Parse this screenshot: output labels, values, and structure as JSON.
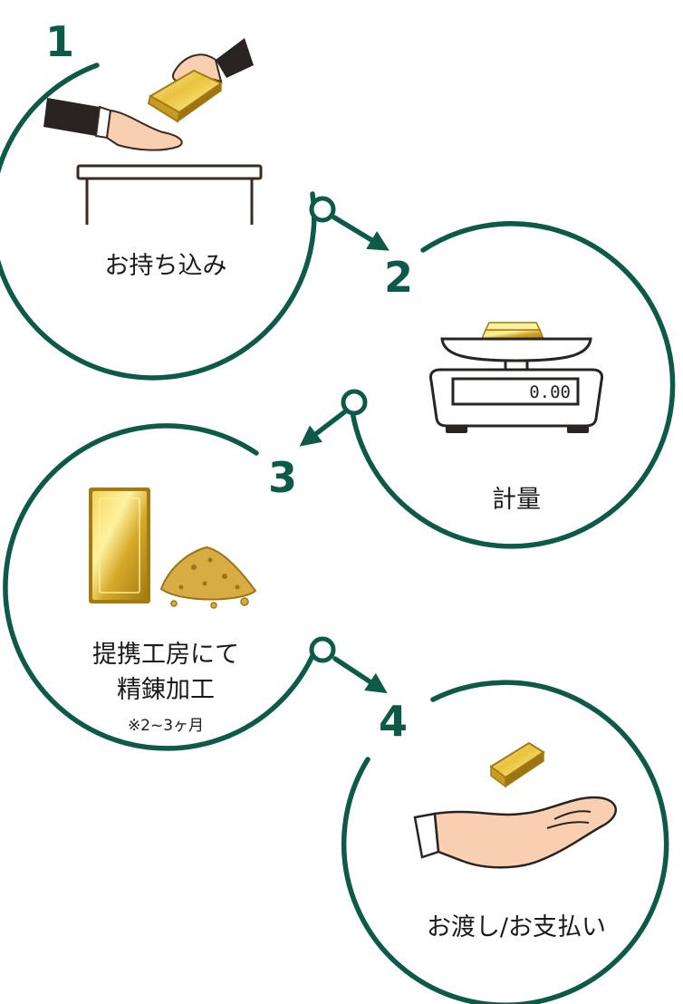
{
  "colors": {
    "ring": "#0d5a48",
    "gold_light": "#f6e27a",
    "gold_dark": "#b8901c",
    "skin": "#f8cfb0",
    "sleeve": "#2a2323"
  },
  "steps": [
    {
      "number": "1",
      "label": "お持ち込み",
      "icons": [
        "hand-receiving-gold-icon",
        "table-icon"
      ]
    },
    {
      "number": "2",
      "label": "計量",
      "display": "0.00",
      "icons": [
        "scale-icon"
      ]
    },
    {
      "number": "3",
      "label_lines": [
        "提携工房にて",
        "精錬加工"
      ],
      "note": "※2~3ヶ月",
      "icons": [
        "gold-bar-icon",
        "gold-powder-icon"
      ]
    },
    {
      "number": "4",
      "label": "お渡し/お支払い",
      "icons": [
        "gold-nugget-icon",
        "open-hand-icon"
      ]
    }
  ]
}
